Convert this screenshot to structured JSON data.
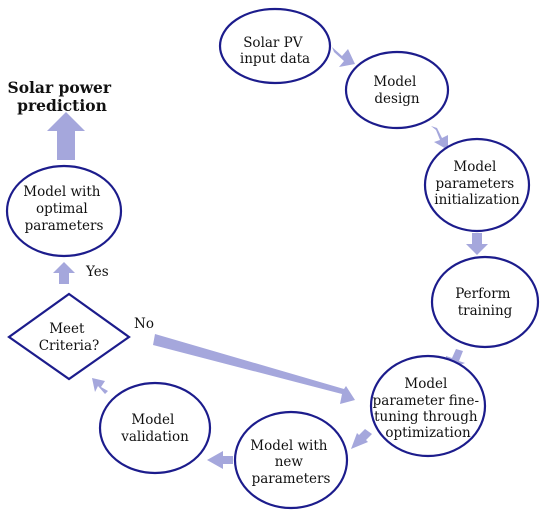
{
  "diagram": {
    "colors": {
      "node_border": "#1c1c8c",
      "arrow_fill": "#a5a7dc",
      "text": "#111111"
    },
    "nodes": [
      {
        "id": "solar_pv_input",
        "lines": [
          "Solar PV",
          "input data"
        ]
      },
      {
        "id": "model_design",
        "lines": [
          "Model",
          "design"
        ]
      },
      {
        "id": "model_parameters_initialization",
        "lines": [
          "Model",
          "parameters",
          "initialization"
        ]
      },
      {
        "id": "perform_training",
        "lines": [
          "Perform",
          "training"
        ]
      },
      {
        "id": "fine_tuning",
        "lines": [
          "Model",
          "parameter fine-",
          "tuning through",
          "optimization"
        ]
      },
      {
        "id": "model_new_parameters",
        "lines": [
          "Model with",
          "new",
          "parameters"
        ]
      },
      {
        "id": "model_validation",
        "lines": [
          "Model",
          "validation"
        ]
      },
      {
        "id": "meet_criteria",
        "lines": [
          "Meet",
          "Criteria?"
        ]
      },
      {
        "id": "model_optimal",
        "lines": [
          "Model with",
          "optimal",
          "parameters"
        ]
      }
    ],
    "output": {
      "lines": [
        "Solar power",
        "prediction"
      ]
    },
    "branch_labels": {
      "yes": "Yes",
      "no": "No"
    }
  }
}
